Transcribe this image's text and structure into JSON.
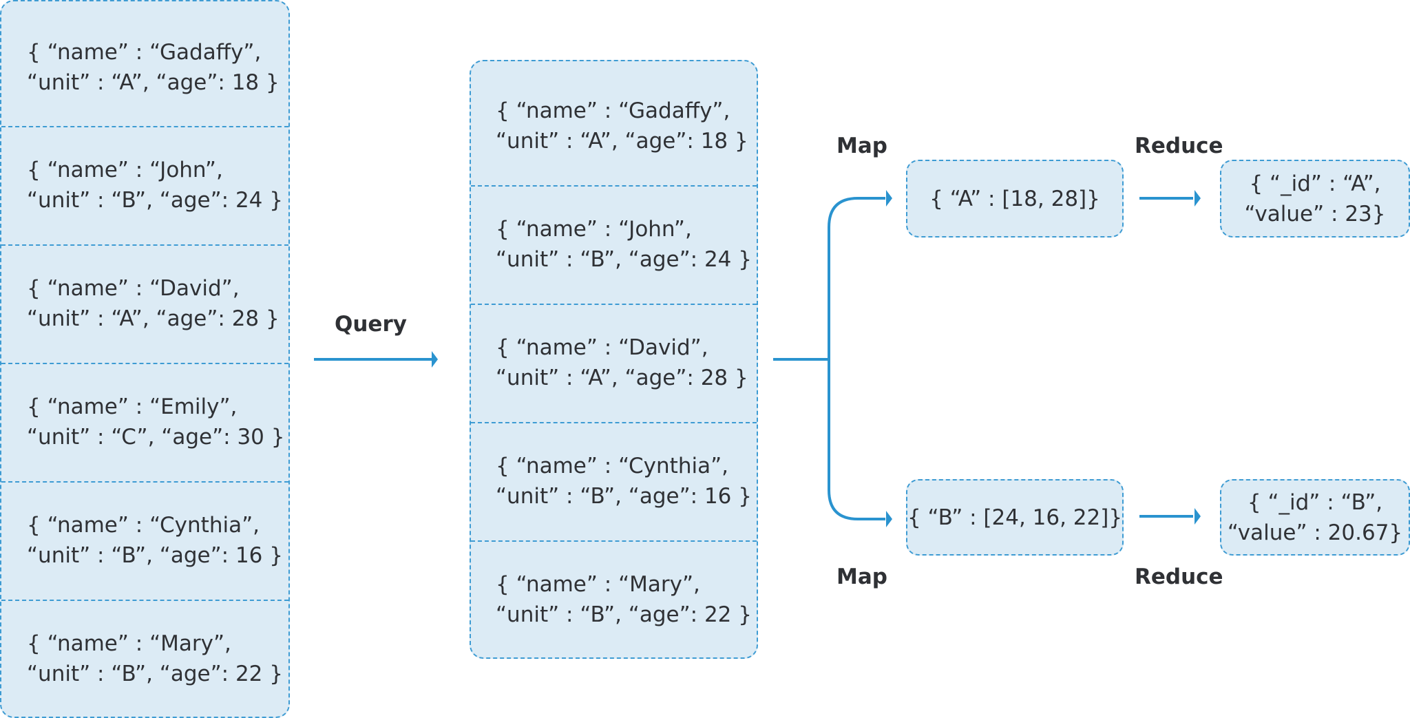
{
  "input_documents": [
    {
      "line1": "{ “name” : “Gadaffy”,",
      "line2": "“unit” : “A”, “age”: 18 }"
    },
    {
      "line1": "{ “name” : “John”,",
      "line2": "“unit” : “B”, “age”: 24 }"
    },
    {
      "line1": "{ “name” : “David”,",
      "line2": "“unit” : “A”, “age”: 28 }"
    },
    {
      "line1": "{ “name” : “Emily”,",
      "line2": "“unit” : “C”, “age”: 30 }"
    },
    {
      "line1": "{ “name” : “Cynthia”,",
      "line2": "“unit” : “B”, “age”: 16 }"
    },
    {
      "line1": "{ “name” : “Mary”,",
      "line2": "“unit” : “B”, “age”: 22 }"
    }
  ],
  "query_label": "Query",
  "query_documents": [
    {
      "line1": "{ “name” : “Gadaffy”,",
      "line2": "“unit” : “A”, “age”: 18 }"
    },
    {
      "line1": "{ “name” : “John”,",
      "line2": "“unit” : “B”, “age”: 24 }"
    },
    {
      "line1": "{ “name” : “David”,",
      "line2": "“unit” : “A”, “age”: 28 }"
    },
    {
      "line1": "{ “name” : “Cynthia”,",
      "line2": "“unit” : “B”, “age”: 16 }"
    },
    {
      "line1": "{ “name” : “Mary”,",
      "line2": "“unit” : “B”, “age”: 22 }"
    }
  ],
  "map_labels": {
    "top": "Map",
    "bottom": "Map"
  },
  "reduce_labels": {
    "top": "Reduce",
    "bottom": "Reduce"
  },
  "map_outputs": {
    "a": "{ “A” : [18, 28]}",
    "b": "{ “B” : [24, 16, 22]}"
  },
  "reduce_outputs": {
    "a": {
      "line1": "{ “_id” : “A”,",
      "line2": "“value” : 23}"
    },
    "b": {
      "line1": "{ “_id” : “B”,",
      "line2": "“value” : 20.67}"
    }
  },
  "colors": {
    "box_fill": "#dcebf5",
    "border": "#3d9bd3",
    "arrow": "#2a93cf",
    "text": "#2f3135"
  }
}
